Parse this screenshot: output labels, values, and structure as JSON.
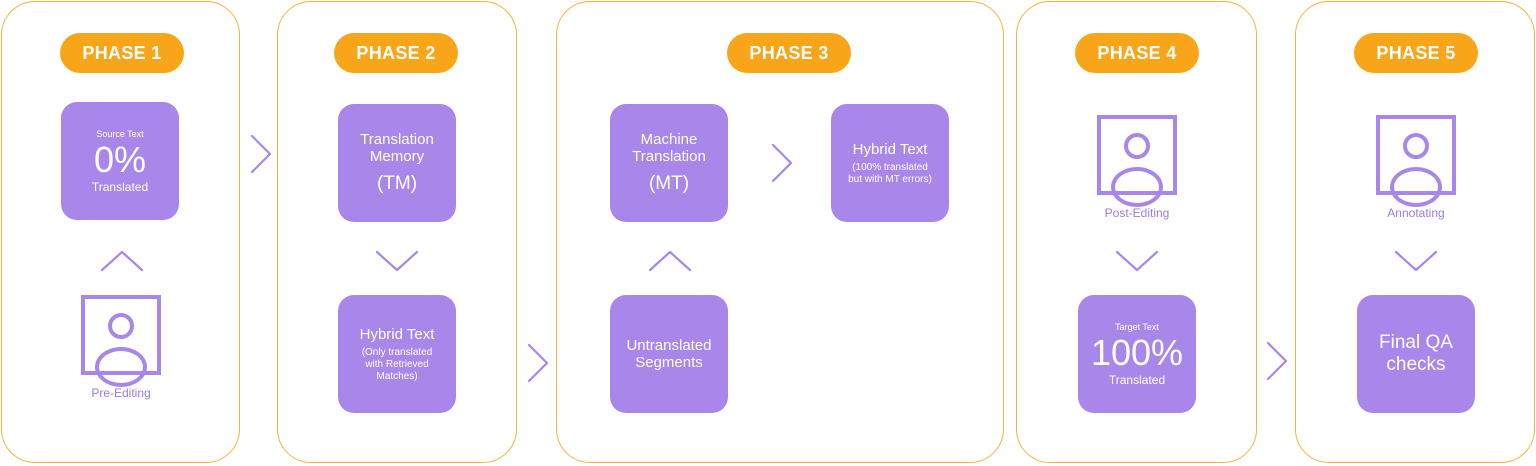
{
  "colors": {
    "panel_border": "#F6B240",
    "pill": "#F9A51A",
    "box": "#A886EA",
    "caption": "#9B7CE0"
  },
  "phases": [
    {
      "label": "PHASE 1",
      "source_box": {
        "small_label": "Source Text",
        "big": "0%",
        "sub": "Translated"
      },
      "person_caption": "Pre-Editing"
    },
    {
      "label": "PHASE 2",
      "tm_box": {
        "line1": "Translation",
        "line2": "Memory",
        "line3": "(TM)"
      },
      "hybrid_box": {
        "title": "Hybrid Text",
        "note": "(Only translated with Retrieved Matches)"
      }
    },
    {
      "label": "PHASE 3",
      "mt_box": {
        "line1": "Machine",
        "line2": "Translation",
        "line3": "(MT)"
      },
      "hybrid_box": {
        "title": "Hybrid Text",
        "note": "(100% translated but with MT errors)"
      },
      "untranslated_box": {
        "line1": "Untranslated",
        "line2": "Segments"
      }
    },
    {
      "label": "PHASE 4",
      "person_caption": "Post-Editing",
      "target_box": {
        "small_label": "Target Text",
        "big": "100%",
        "sub": "Translated"
      }
    },
    {
      "label": "PHASE 5",
      "person_caption": "Annotating",
      "qa_box": {
        "line1": "Final QA",
        "line2": "checks"
      }
    }
  ]
}
